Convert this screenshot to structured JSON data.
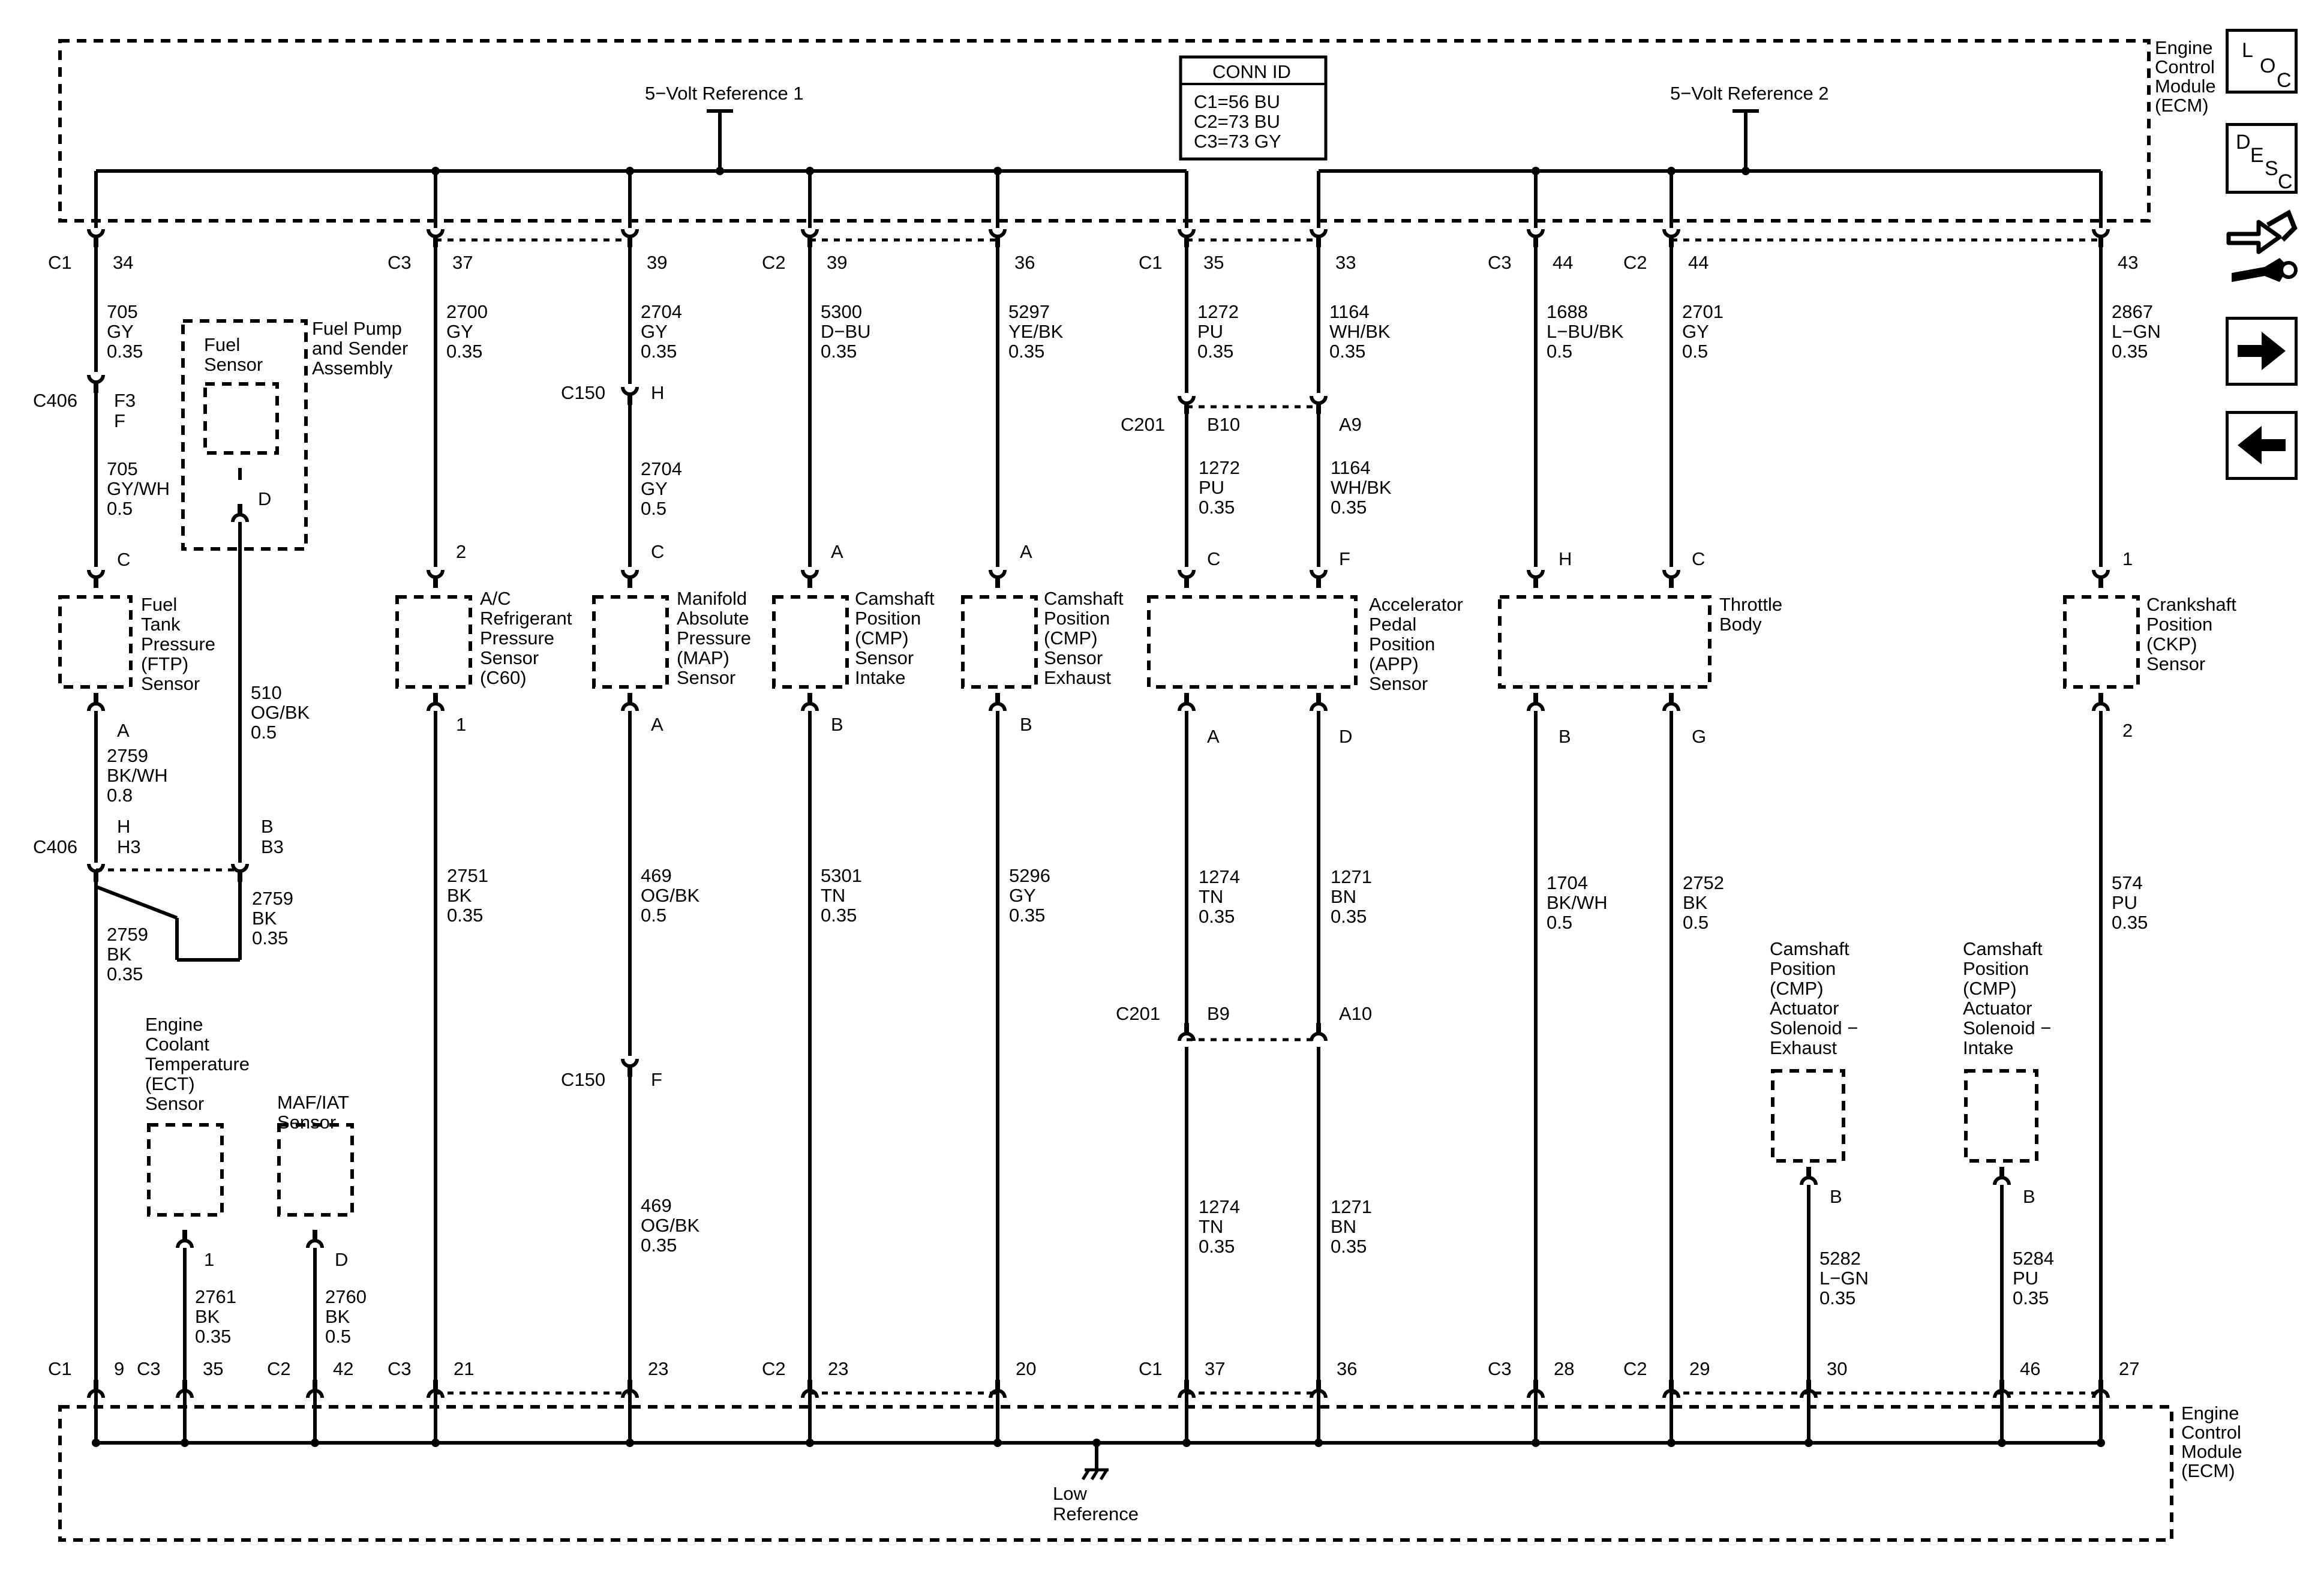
{
  "ecm_top_label": [
    "Engine",
    "Control",
    "Module",
    "(ECM)"
  ],
  "ecm_bottom_label": [
    "Engine",
    "Control",
    "Module",
    "(ECM)"
  ],
  "conn_id": {
    "title": "CONN ID",
    "lines": [
      "C1=56 BU",
      "C2=73 BU",
      "C3=73 GY"
    ]
  },
  "vref1": "5−Volt Reference 1",
  "vref2": "5−Volt Reference 2",
  "low_reference": [
    "Low",
    "Reference"
  ],
  "nav": {
    "loc": {
      "l": "L",
      "o": "O",
      "c": "C"
    },
    "desc": {
      "d": "D",
      "e": "E",
      "s": "S",
      "c": "C"
    },
    "icons": [
      "harness-tool-icon",
      "arrow-right-icon",
      "arrow-left-icon"
    ]
  },
  "top_pins": [
    {
      "conn": "C1",
      "pin": "34"
    },
    {
      "conn": "C3",
      "pin": "37"
    },
    {
      "conn": "",
      "pin": "39"
    },
    {
      "conn": "C2",
      "pin": "39"
    },
    {
      "conn": "",
      "pin": "36"
    },
    {
      "conn": "C1",
      "pin": "35"
    },
    {
      "conn": "",
      "pin": "33"
    },
    {
      "conn": "C3",
      "pin": "44"
    },
    {
      "conn": "C2",
      "pin": "44"
    },
    {
      "conn": "",
      "pin": "43"
    }
  ],
  "top_wires": [
    [
      "705",
      "GY",
      "0.35"
    ],
    [
      "2700",
      "GY",
      "0.35"
    ],
    [
      "2704",
      "GY",
      "0.35"
    ],
    [
      "5300",
      "D−BU",
      "0.35"
    ],
    [
      "5297",
      "YE/BK",
      "0.35"
    ],
    [
      "1272",
      "PU",
      "0.35"
    ],
    [
      "1164",
      "WH/BK",
      "0.35"
    ],
    [
      "1688",
      "L−BU/BK",
      "0.5"
    ],
    [
      "2701",
      "GY",
      "0.5"
    ],
    [
      "2867",
      "L−GN",
      "0.35"
    ]
  ],
  "inline": {
    "c406_top": {
      "conn": "C406",
      "pin1": "F3",
      "pin2": "F"
    },
    "wire_705b": [
      "705",
      "GY/WH",
      "0.5"
    ],
    "c150_top": {
      "conn": "C150",
      "pin": "H"
    },
    "wire_2704b": [
      "2704",
      "GY",
      "0.5"
    ],
    "c201_top": {
      "conn": "C201",
      "pinB": "B10",
      "pinA": "A9"
    },
    "wire_1272b": [
      "1272",
      "PU",
      "0.35"
    ],
    "wire_1164b": [
      "1164",
      "WH/BK",
      "0.35"
    ],
    "c406_bot": {
      "conn": "C406",
      "h": "H",
      "h3": "H3",
      "b": "B",
      "b3": "B3"
    },
    "wire_2759a": [
      "2759",
      "BK/WH",
      "0.8"
    ],
    "wire_2759b": [
      "2759",
      "BK",
      "0.35"
    ],
    "wire_2759c": [
      "2759",
      "BK",
      "0.35"
    ],
    "wire_510": [
      "510",
      "OG/BK",
      "0.5"
    ],
    "c201_bot": {
      "conn": "C201",
      "pinB": "B9",
      "pinA": "A10"
    },
    "c150_bot": {
      "conn": "C150",
      "pin": "F"
    }
  },
  "components": {
    "fuel_sensor": {
      "label": [
        "Fuel",
        "Sensor"
      ],
      "pin": "D"
    },
    "fuel_pump": [
      "Fuel Pump",
      "and Sender",
      "Assembly"
    ],
    "ftp": {
      "label": [
        "Fuel",
        "Tank",
        "Pressure",
        "(FTP)",
        "Sensor"
      ],
      "top": "C",
      "bottom": "A"
    },
    "ac": {
      "label": [
        "A/C",
        "Refrigerant",
        "Pressure",
        "Sensor",
        "(C60)"
      ],
      "top": "2",
      "bottom": "1"
    },
    "map": {
      "label": [
        "Manifold",
        "Absolute",
        "Pressure",
        "(MAP)",
        "Sensor"
      ],
      "top": "C",
      "bottom": "A"
    },
    "cmp_intake": {
      "label": [
        "Camshaft",
        "Position",
        "(CMP)",
        "Sensor",
        "Intake"
      ],
      "top": "A",
      "bottom": "B"
    },
    "cmp_exhaust": {
      "label": [
        "Camshaft",
        "Position",
        "(CMP)",
        "Sensor",
        "Exhaust"
      ],
      "top": "A",
      "bottom": "B"
    },
    "app": {
      "label": [
        "Accelerator",
        "Pedal",
        "Position",
        "(APP)",
        "Sensor"
      ],
      "top1": "C",
      "top2": "F",
      "bot1": "A",
      "bot2": "D"
    },
    "throttle": {
      "label": [
        "Throttle",
        "Body"
      ],
      "top1": "H",
      "top2": "C",
      "bot1": "B",
      "bot2": "G"
    },
    "ckp": {
      "label": [
        "Crankshaft",
        "Position",
        "(CKP)",
        "Sensor"
      ],
      "top": "1",
      "bottom": "2"
    },
    "ect": {
      "label": [
        "Engine",
        "Coolant",
        "Temperature",
        "(ECT)",
        "Sensor"
      ],
      "pin": "1"
    },
    "maf": {
      "label": [
        "MAF/IAT",
        "Sensor"
      ],
      "pin": "D"
    },
    "sol_exh": {
      "label": [
        "Camshaft",
        "Position",
        "(CMP)",
        "Actuator",
        "Solenoid −",
        "Exhaust"
      ],
      "pin": "B"
    },
    "sol_int": {
      "label": [
        "Camshaft",
        "Position",
        "(CMP)",
        "Actuator",
        "Solenoid −",
        "Intake"
      ],
      "pin": "B"
    }
  },
  "mid_wires": [
    [
      "2751",
      "BK",
      "0.35"
    ],
    [
      "469",
      "OG/BK",
      "0.5"
    ],
    [
      "5301",
      "TN",
      "0.35"
    ],
    [
      "5296",
      "GY",
      "0.35"
    ],
    [
      "1274",
      "TN",
      "0.35"
    ],
    [
      "1271",
      "BN",
      "0.35"
    ],
    [
      "1704",
      "BK/WH",
      "0.5"
    ],
    [
      "2752",
      "BK",
      "0.5"
    ],
    [
      "574",
      "PU",
      "0.35"
    ]
  ],
  "low_wires": [
    [
      "2761",
      "BK",
      "0.35"
    ],
    [
      "2760",
      "BK",
      "0.5"
    ],
    [
      "469",
      "OG/BK",
      "0.35"
    ],
    [
      "1274",
      "TN",
      "0.35"
    ],
    [
      "1271",
      "BN",
      "0.35"
    ],
    [
      "5282",
      "L−GN",
      "0.35"
    ],
    [
      "5284",
      "PU",
      "0.35"
    ]
  ],
  "bottom_pins": [
    {
      "conn": "C1",
      "pin": "9"
    },
    {
      "conn": "C3",
      "pin": "35"
    },
    {
      "conn": "C2",
      "pin": "42"
    },
    {
      "conn": "C3",
      "pin": "21"
    },
    {
      "conn": "",
      "pin": "23"
    },
    {
      "conn": "C2",
      "pin": "23"
    },
    {
      "conn": "",
      "pin": "20"
    },
    {
      "conn": "C1",
      "pin": "37"
    },
    {
      "conn": "",
      "pin": "36"
    },
    {
      "conn": "C3",
      "pin": "28"
    },
    {
      "conn": "C2",
      "pin": "29"
    },
    {
      "conn": "",
      "pin": "30"
    },
    {
      "conn": "",
      "pin": "46"
    },
    {
      "conn": "",
      "pin": "27"
    }
  ]
}
